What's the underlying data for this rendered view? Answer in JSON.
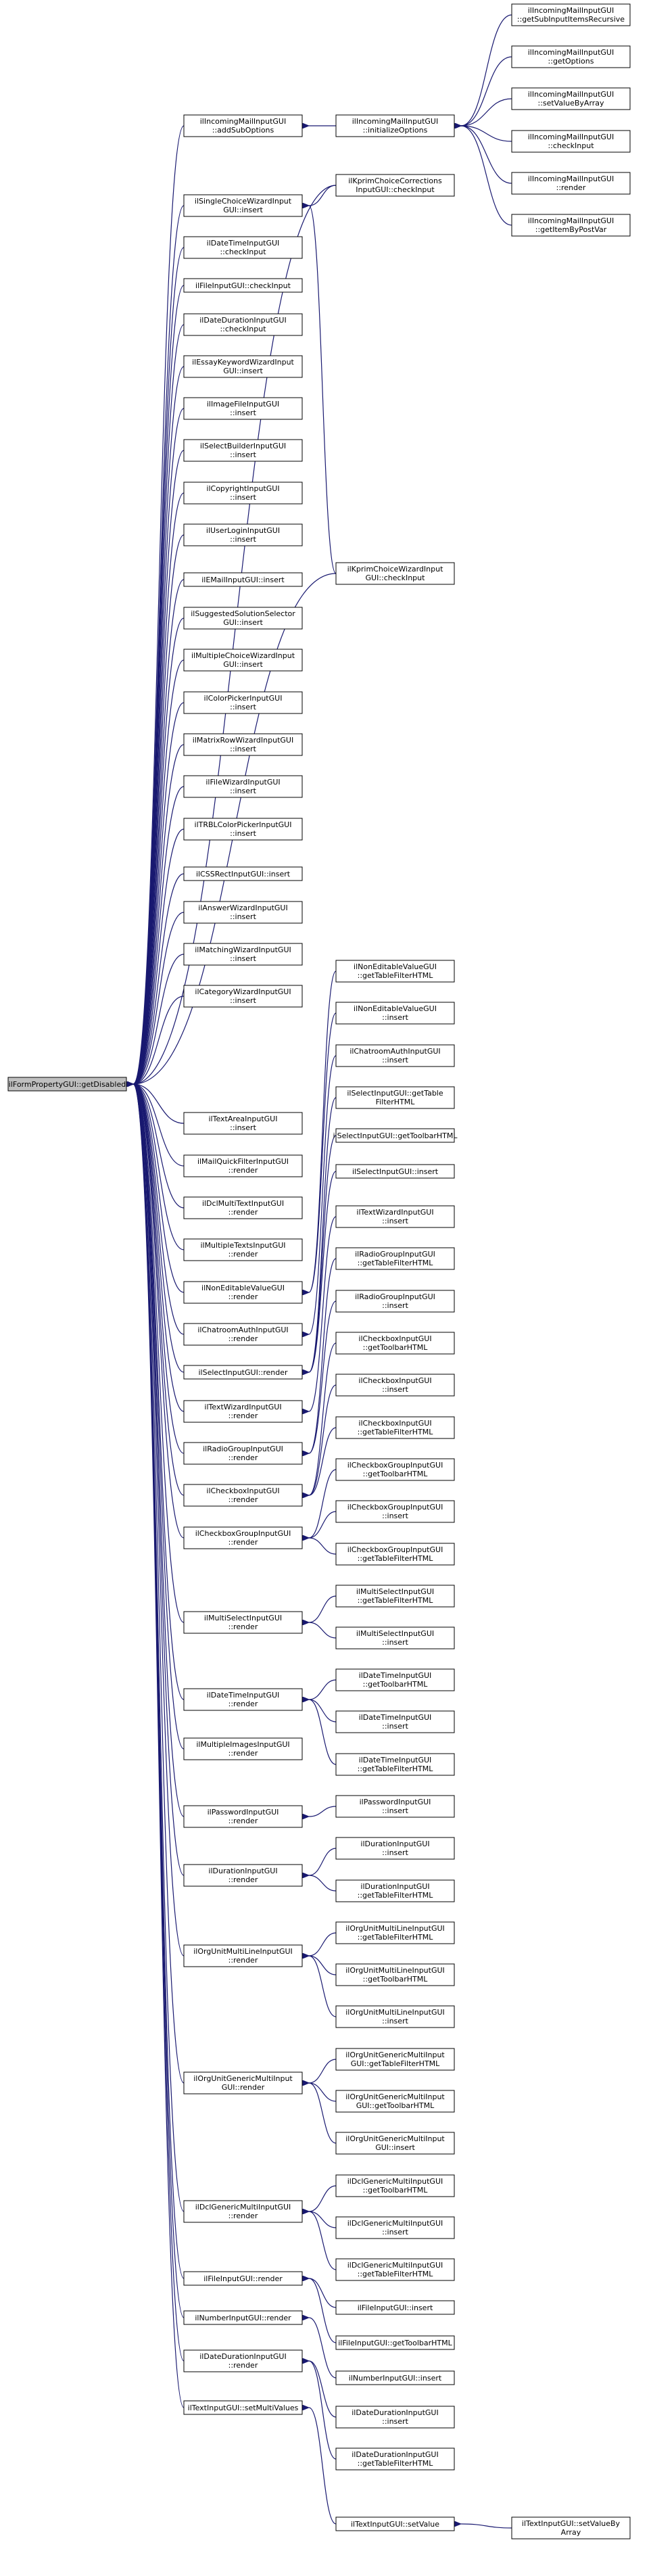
{
  "colors": {
    "edge": "#191970",
    "node_fill": "#ffffff",
    "root_fill": "#bfbfbf",
    "border": "#000000"
  },
  "nodes": {
    "root": [
      "ilFormPropertyGUI::getDisabled"
    ],
    "incoming_addsub": [
      "ilIncomingMailInputGUI",
      "::addSubOptions"
    ],
    "incoming_init": [
      "ilIncomingMailInputGUI",
      "::initializeOptions"
    ],
    "inc_getsub": [
      "ilIncomingMailInputGUI",
      "::getSubInputItemsRecursive"
    ],
    "inc_getopt": [
      "ilIncomingMailInputGUI",
      "::getOptions"
    ],
    "inc_setval": [
      "ilIncomingMailInputGUI",
      "::setValueByArray"
    ],
    "inc_check": [
      "ilIncomingMailInputGUI",
      "::checkInput"
    ],
    "inc_render": [
      "ilIncomingMailInputGUI",
      "::render"
    ],
    "inc_getitem": [
      "ilIncomingMailInputGUI",
      "::getItemByPostVar"
    ],
    "single_choice": [
      "ilSingleChoiceWizardInput",
      "GUI::insert"
    ],
    "kprim_corr": [
      "ilKprimChoiceCorrections",
      "InputGUI::checkInput"
    ],
    "kprim_wiz": [
      "ilKprimChoiceWizardInput",
      "GUI::checkInput"
    ],
    "datetime_check": [
      "ilDateTimeInputGUI",
      "::checkInput"
    ],
    "file_check": [
      "ilFileInputGUI::checkInput"
    ],
    "dateduration_check": [
      "ilDateDurationInputGUI",
      "::checkInput"
    ],
    "essay": [
      "ilEssayKeywordWizardInput",
      "GUI::insert"
    ],
    "imagefile": [
      "ilImageFileInputGUI",
      "::insert"
    ],
    "selectbuilder": [
      "ilSelectBuilderInputGUI",
      "::insert"
    ],
    "copyright": [
      "ilCopyrightInputGUI",
      "::insert"
    ],
    "userlogin": [
      "ilUserLoginInputGUI",
      "::insert"
    ],
    "email": [
      "ilEMailInputGUI::insert"
    ],
    "suggested": [
      "ilSuggestedSolutionSelector",
      "GUI::insert"
    ],
    "multiplechoice": [
      "ilMultipleChoiceWizardInput",
      "GUI::insert"
    ],
    "colorpicker": [
      "ilColorPickerInputGUI",
      "::insert"
    ],
    "matrixrow": [
      "ilMatrixRowWizardInputGUI",
      "::insert"
    ],
    "filewizard": [
      "ilFileWizardInputGUI",
      "::insert"
    ],
    "trbl": [
      "ilTRBLColorPickerInputGUI",
      "::insert"
    ],
    "cssrect": [
      "ilCSSRectInputGUI::insert"
    ],
    "answerwizard": [
      "ilAnswerWizardInputGUI",
      "::insert"
    ],
    "matchingwizard": [
      "ilMatchingWizardInputGUI",
      "::insert"
    ],
    "categorywizard": [
      "ilCategoryWizardInputGUI",
      "::insert"
    ],
    "textarea": [
      "ilTextAreaInputGUI",
      "::insert"
    ],
    "mailquick": [
      "ilMailQuickFilterInputGUI",
      "::render"
    ],
    "dclmultitext": [
      "ilDclMultiTextInputGUI",
      "::render"
    ],
    "multipletexts": [
      "ilMultipleTextsInputGUI",
      "::render"
    ],
    "noneditable_render": [
      "ilNonEditableValueGUI",
      "::render"
    ],
    "chatroom_render": [
      "ilChatroomAuthInputGUI",
      "::render"
    ],
    "select_render": [
      "ilSelectInputGUI::render"
    ],
    "textwizard_render": [
      "ilTextWizardInputGUI",
      "::render"
    ],
    "radiogroup_render": [
      "ilRadioGroupInputGUI",
      "::render"
    ],
    "checkbox_render": [
      "ilCheckboxInputGUI",
      "::render"
    ],
    "ne_filter": [
      "ilNonEditableValueGUI",
      "::getTableFilterHTML"
    ],
    "ne_insert": [
      "ilNonEditableValueGUI",
      "::insert"
    ],
    "chat_insert": [
      "ilChatroomAuthInputGUI",
      "::insert"
    ],
    "sel_filter": [
      "ilSelectInputGUI::getTable",
      "FilterHTML"
    ],
    "sel_toolbar": [
      "ilSelectInputGUI::getToolbarHTML"
    ],
    "sel_insert": [
      "ilSelectInputGUI::insert"
    ],
    "tw_insert": [
      "ilTextWizardInputGUI",
      "::insert"
    ],
    "rg_filter": [
      "ilRadioGroupInputGUI",
      "::getTableFilterHTML"
    ],
    "rg_insert": [
      "ilRadioGroupInputGUI",
      "::insert"
    ],
    "cb_toolbar": [
      "ilCheckboxInputGUI",
      "::getToolbarHTML"
    ],
    "cb_insert": [
      "ilCheckboxInputGUI",
      "::insert"
    ],
    "cb_filter": [
      "ilCheckboxInputGUI",
      "::getTableFilterHTML"
    ],
    "cbg_render": [
      "ilCheckboxGroupInputGUI",
      "::render"
    ],
    "cbg_toolbar": [
      "ilCheckboxGroupInputGUI",
      "::getToolbarHTML"
    ],
    "cbg_insert": [
      "ilCheckboxGroupInputGUI",
      "::insert"
    ],
    "cbg_filter": [
      "ilCheckboxGroupInputGUI",
      "::getTableFilterHTML"
    ],
    "ms_render": [
      "ilMultiSelectInputGUI",
      "::render"
    ],
    "ms_filter": [
      "ilMultiSelectInputGUI",
      "::getTableFilterHTML"
    ],
    "ms_insert": [
      "ilMultiSelectInputGUI",
      "::insert"
    ],
    "dt_render": [
      "ilDateTimeInputGUI",
      "::render"
    ],
    "dt_toolbar": [
      "ilDateTimeInputGUI",
      "::getToolbarHTML"
    ],
    "dt_insert": [
      "ilDateTimeInputGUI",
      "::insert"
    ],
    "dt_filter": [
      "ilDateTimeInputGUI",
      "::getTableFilterHTML"
    ],
    "mi_render": [
      "ilMultipleImagesInputGUI",
      "::render"
    ],
    "pw_render": [
      "ilPasswordInputGUI",
      "::render"
    ],
    "pw_insert": [
      "ilPasswordInputGUI",
      "::insert"
    ],
    "dur_render": [
      "ilDurationInputGUI",
      "::render"
    ],
    "dur_insert": [
      "ilDurationInputGUI",
      "::insert"
    ],
    "dur_filter": [
      "ilDurationInputGUI",
      "::getTableFilterHTML"
    ],
    "oml_render": [
      "ilOrgUnitMultiLineInputGUI",
      "::render"
    ],
    "oml_filter": [
      "ilOrgUnitMultiLineInputGUI",
      "::getTableFilterHTML"
    ],
    "oml_toolbar": [
      "ilOrgUnitMultiLineInputGUI",
      "::getToolbarHTML"
    ],
    "oml_insert": [
      "ilOrgUnitMultiLineInputGUI",
      "::insert"
    ],
    "ogm_render": [
      "ilOrgUnitGenericMultiInput",
      "GUI::render"
    ],
    "ogm_filter": [
      "ilOrgUnitGenericMultiInput",
      "GUI::getTableFilterHTML"
    ],
    "ogm_toolbar": [
      "ilOrgUnitGenericMultiInput",
      "GUI::getToolbarHTML"
    ],
    "ogm_insert": [
      "ilOrgUnitGenericMultiInput",
      "GUI::insert"
    ],
    "dgm_render": [
      "ilDclGenericMultiInputGUI",
      "::render"
    ],
    "dgm_toolbar": [
      "ilDclGenericMultiInputGUI",
      "::getToolbarHTML"
    ],
    "dgm_insert": [
      "ilDclGenericMultiInputGUI",
      "::insert"
    ],
    "dgm_filter": [
      "ilDclGenericMultiInputGUI",
      "::getTableFilterHTML"
    ],
    "fi_render": [
      "ilFileInputGUI::render"
    ],
    "fi_insert": [
      "ilFileInputGUI::insert"
    ],
    "fi_toolbar": [
      "ilFileInputGUI::getToolbarHTML"
    ],
    "num_render": [
      "ilNumberInputGUI::render"
    ],
    "num_insert": [
      "ilNumberInputGUI::insert"
    ],
    "dd_render": [
      "ilDateDurationInputGUI",
      "::render"
    ],
    "dd_insert": [
      "ilDateDurationInputGUI",
      "::insert"
    ],
    "dd_filter": [
      "ilDateDurationInputGUI",
      "::getTableFilterHTML"
    ],
    "ti_setmulti": [
      "ilTextInputGUI::setMultiValues"
    ],
    "ti_setvalue": [
      "ilTextInputGUI::setValue"
    ],
    "ti_setvaluebyarray": [
      "ilTextInputGUI::setValueBy",
      "Array"
    ]
  }
}
